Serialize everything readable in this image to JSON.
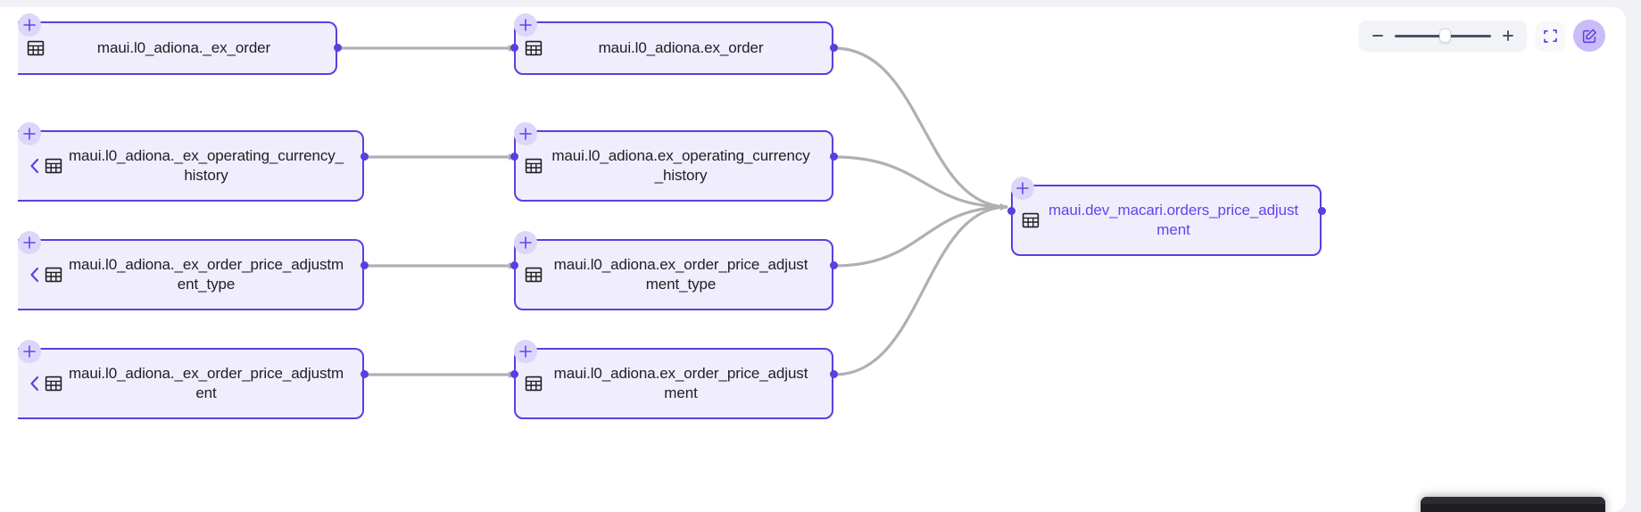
{
  "app": {
    "canvas_background": "#ffffff",
    "page_background": "#f1f2f6",
    "node_border_color": "#5b3ee0",
    "node_fill_color": "#f0edfd",
    "edge_color": "#b0b0b4",
    "accent_color": "#6644e8"
  },
  "controls": {
    "zoom_out_label": "−",
    "zoom_out_icon": "minus-icon",
    "zoom_in_label": "+",
    "zoom_in_icon": "plus-icon",
    "slider_value": 52,
    "fit_view_icon": "fit-view-icon",
    "edit_icon": "edit-pencil-icon"
  },
  "graph": {
    "type": "lineage-dag",
    "columns": 3,
    "nodes": [
      {
        "id": "n1",
        "label": "maui.l0_adiona._ex_order",
        "column": 0,
        "row": 0,
        "icon": "table-icon",
        "expandable": false,
        "has_plus": true,
        "cut_left": true,
        "highlighted": false
      },
      {
        "id": "n2",
        "label": "maui.l0_adiona._ex_operating_currency_history",
        "column": 0,
        "row": 1,
        "icon": "table-icon",
        "expandable": true,
        "expand_icon": "chevron-left-icon",
        "has_plus": true,
        "cut_left": true,
        "highlighted": false
      },
      {
        "id": "n3",
        "label": "maui.l0_adiona._ex_order_price_adjustment_type",
        "column": 0,
        "row": 2,
        "icon": "table-icon",
        "expandable": true,
        "expand_icon": "chevron-left-icon",
        "has_plus": true,
        "cut_left": true,
        "highlighted": false
      },
      {
        "id": "n4",
        "label": "maui.l0_adiona._ex_order_price_adjustment",
        "column": 0,
        "row": 3,
        "icon": "table-icon",
        "expandable": true,
        "expand_icon": "chevron-left-icon",
        "has_plus": true,
        "cut_left": true,
        "highlighted": false
      },
      {
        "id": "n5",
        "label": "maui.l0_adiona.ex_order",
        "column": 1,
        "row": 0,
        "icon": "table-icon",
        "expandable": false,
        "has_plus": true,
        "cut_left": false,
        "highlighted": false
      },
      {
        "id": "n6",
        "label": "maui.l0_adiona.ex_operating_currency_history",
        "column": 1,
        "row": 1,
        "icon": "table-icon",
        "expandable": false,
        "has_plus": true,
        "cut_left": false,
        "highlighted": false
      },
      {
        "id": "n7",
        "label": "maui.l0_adiona.ex_order_price_adjustment_type",
        "column": 1,
        "row": 2,
        "icon": "table-icon",
        "expandable": false,
        "has_plus": true,
        "cut_left": false,
        "highlighted": false
      },
      {
        "id": "n8",
        "label": "maui.l0_adiona.ex_order_price_adjustment",
        "column": 1,
        "row": 3,
        "icon": "table-icon",
        "expandable": false,
        "has_plus": true,
        "cut_left": false,
        "highlighted": false
      },
      {
        "id": "n9",
        "label": "maui.dev_macari.orders_price_adjustment",
        "column": 2,
        "row": 0,
        "icon": "table-icon",
        "expandable": false,
        "has_plus": true,
        "cut_left": false,
        "highlighted": true
      }
    ],
    "edges": [
      {
        "from": "n1",
        "to": "n5"
      },
      {
        "from": "n2",
        "to": "n6"
      },
      {
        "from": "n3",
        "to": "n7"
      },
      {
        "from": "n4",
        "to": "n8"
      },
      {
        "from": "n5",
        "to": "n9"
      },
      {
        "from": "n6",
        "to": "n9"
      },
      {
        "from": "n7",
        "to": "n9"
      },
      {
        "from": "n8",
        "to": "n9"
      }
    ]
  }
}
